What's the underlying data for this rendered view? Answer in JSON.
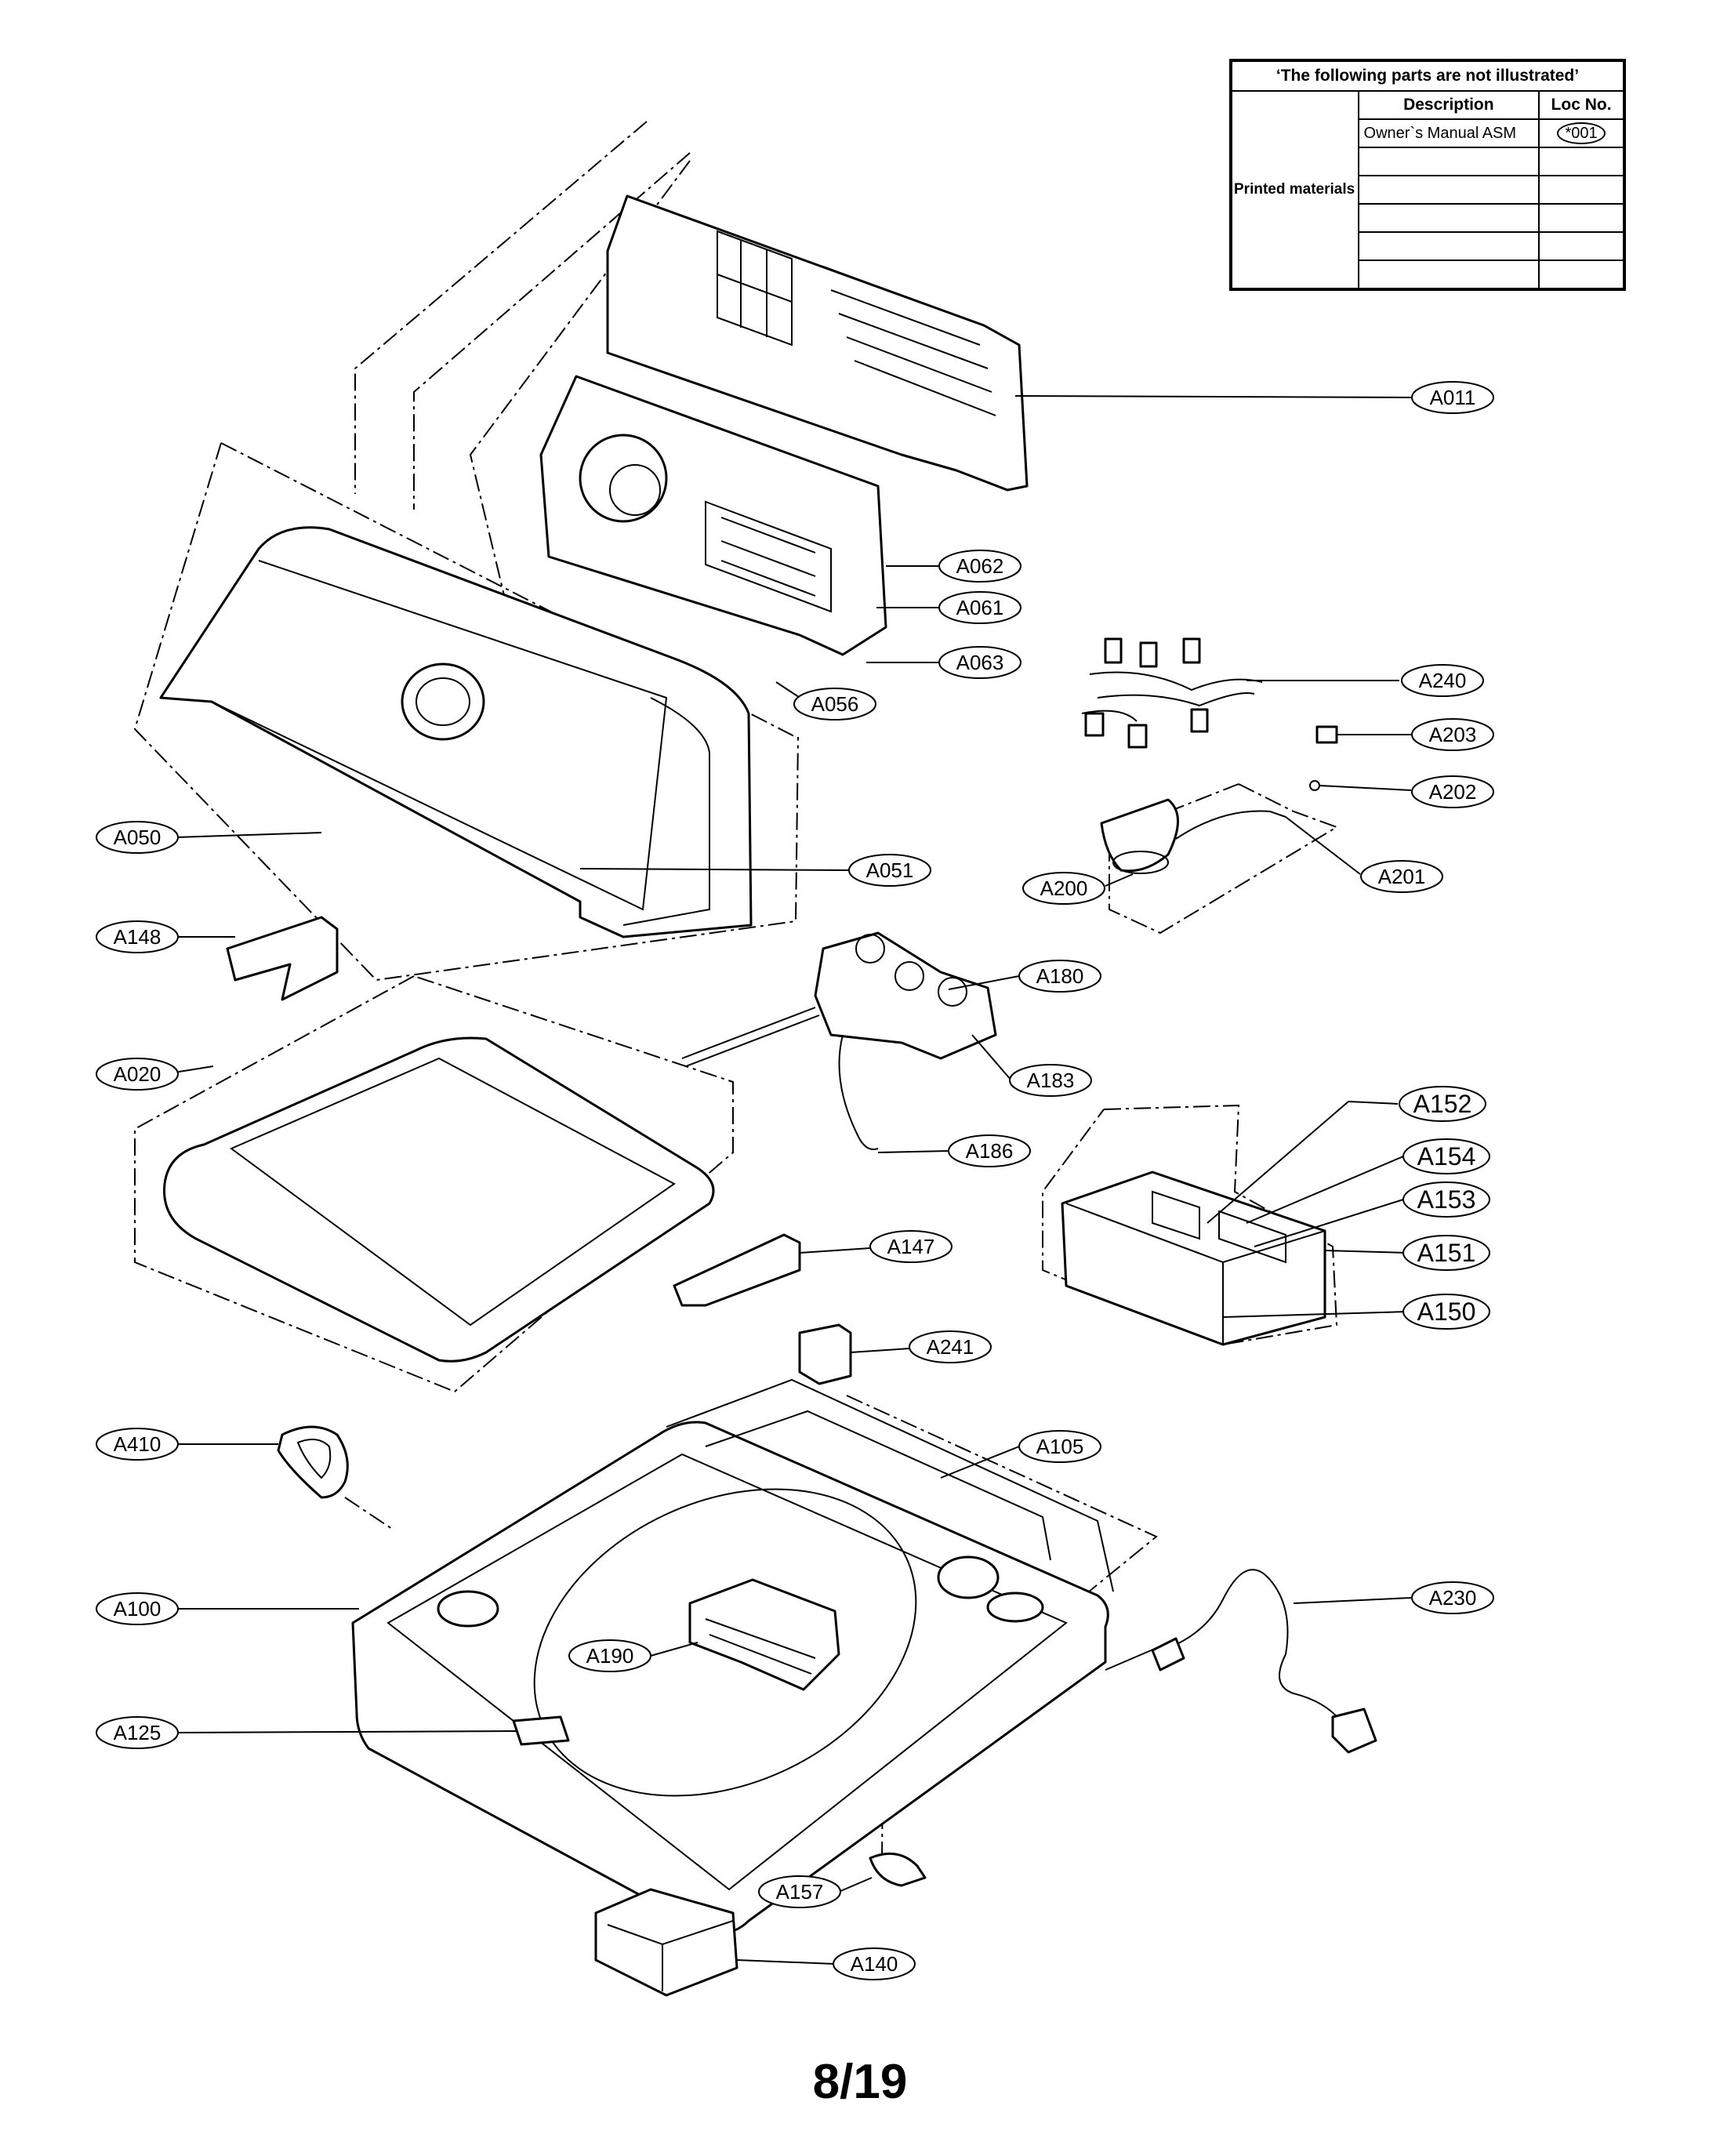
{
  "table": {
    "title": "‘The following parts are not illustrated’",
    "col_description": "Description",
    "col_loc": "Loc No.",
    "category": "Printed materials",
    "rows": [
      {
        "description": "Owner`s Manual ASM",
        "loc": "*001"
      },
      {
        "description": "",
        "loc": ""
      },
      {
        "description": "",
        "loc": ""
      },
      {
        "description": "",
        "loc": ""
      },
      {
        "description": "",
        "loc": ""
      },
      {
        "description": "",
        "loc": ""
      }
    ]
  },
  "callouts": {
    "A011": "A011",
    "A062": "A062",
    "A061": "A061",
    "A063": "A063",
    "A056": "A056",
    "A240": "A240",
    "A203": "A203",
    "A202": "A202",
    "A201": "A201",
    "A200": "A200",
    "A050": "A050",
    "A051": "A051",
    "A148": "A148",
    "A180": "A180",
    "A183": "A183",
    "A186": "A186",
    "A020": "A020",
    "A152": "A152",
    "A154": "A154",
    "A153": "A153",
    "A151": "A151",
    "A150": "A150",
    "A147": "A147",
    "A241": "A241",
    "A410": "A410",
    "A105": "A105",
    "A100": "A100",
    "A230": "A230",
    "A190": "A190",
    "A125": "A125",
    "A157": "A157",
    "A140": "A140"
  },
  "page_number": "8/19"
}
